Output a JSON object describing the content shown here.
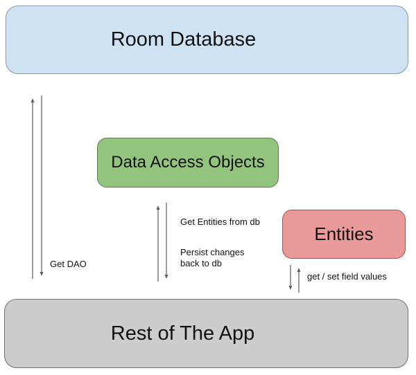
{
  "nodes": {
    "room_database": {
      "label": "Room Database",
      "fill": "#cfe2f3"
    },
    "dao": {
      "label": "Data Access Objects",
      "fill": "#93c47d"
    },
    "entities": {
      "label": "Entities",
      "fill": "#ea9999"
    },
    "rest_of_app": {
      "label": "Rest of The App",
      "fill": "#cccccc"
    }
  },
  "edges": {
    "get_dao": {
      "label": "Get DAO",
      "from": "Rest of The App",
      "to": "Room Database",
      "direction": "bidirectional"
    },
    "get_entities": {
      "label": "Get Entities from db",
      "from": "Rest of The App",
      "to": "Data Access Objects",
      "direction": "bidirectional"
    },
    "persist_changes": {
      "label": "Persist changes back to db",
      "from": "Rest of The App",
      "to": "Data Access Objects",
      "direction": "bidirectional"
    },
    "get_set_fields": {
      "label": "get / set field values",
      "from": "Rest of The App",
      "to": "Entities",
      "direction": "bidirectional"
    }
  },
  "arrow_color": "#5a5a5a"
}
